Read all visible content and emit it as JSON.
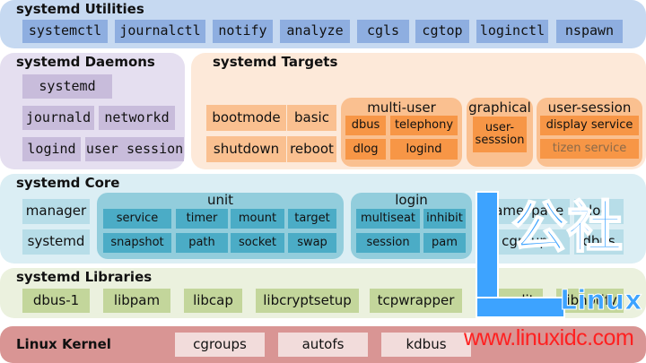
{
  "utilities": {
    "title": "systemd Utilities",
    "items": [
      "systemctl",
      "journalctl",
      "notify",
      "analyze",
      "cgls",
      "cgtop",
      "loginctl",
      "nspawn"
    ]
  },
  "daemons": {
    "title": "systemd Daemons",
    "items": [
      "systemd",
      "journald",
      "networkd",
      "logind",
      "user session"
    ]
  },
  "targets": {
    "title": "systemd Targets",
    "items": [
      "bootmode",
      "basic",
      "shutdown",
      "reboot"
    ],
    "multi_user": {
      "title": "multi-user",
      "items": [
        "dbus",
        "telephony",
        "dlog",
        "logind"
      ]
    },
    "graphical": {
      "title": "graphical",
      "items": [
        "user-\nsesssion"
      ]
    },
    "user_session": {
      "title": "user-session",
      "items": [
        "display service",
        "tizen service"
      ]
    }
  },
  "core": {
    "title": "systemd Core",
    "items": [
      "manager",
      "systemd",
      "namespace",
      "log",
      "cgroup",
      "dbus"
    ],
    "unit": {
      "title": "unit",
      "items": [
        "service",
        "timer",
        "mount",
        "target",
        "snapshot",
        "path",
        "socket",
        "swap"
      ]
    },
    "login": {
      "title": "login",
      "items": [
        "multiseat",
        "inhibit",
        "session",
        "pam"
      ]
    }
  },
  "libraries": {
    "title": "systemd Libraries",
    "items": [
      "dbus-1",
      "libpam",
      "libcap",
      "libcryptsetup",
      "tcpwrapper",
      "libaudit",
      "libnotify"
    ]
  },
  "kernel": {
    "title": "Linux Kernel",
    "items": [
      "cgroups",
      "autofs",
      "kdbus"
    ]
  },
  "watermark": {
    "logo_text_1": "公社",
    "logo_text_2": "Linux",
    "url": "www.linuxidc.com"
  },
  "colors": {
    "utilities_bg": "#c6d9f1",
    "utilities_box": "#8eaee0",
    "daemons_bg": "#e5dff0",
    "daemons_box": "#c8bcdb",
    "targets_bg": "#fde9d9",
    "targets_box": "#fac090",
    "targets_grp": "#fac090",
    "targets_inner": "#f79646",
    "core_bg": "#dbeef4",
    "core_box": "#b7dde8",
    "core_grp": "#92cddc",
    "core_inner": "#4bacc6",
    "libraries_bg": "#ebf1de",
    "libraries_box": "#c3d69b",
    "kernel_bg": "#d99594",
    "kernel_box": "#f2dcdb",
    "watermark_blue": "#3da3ff",
    "watermark_red": "#ff2020"
  }
}
